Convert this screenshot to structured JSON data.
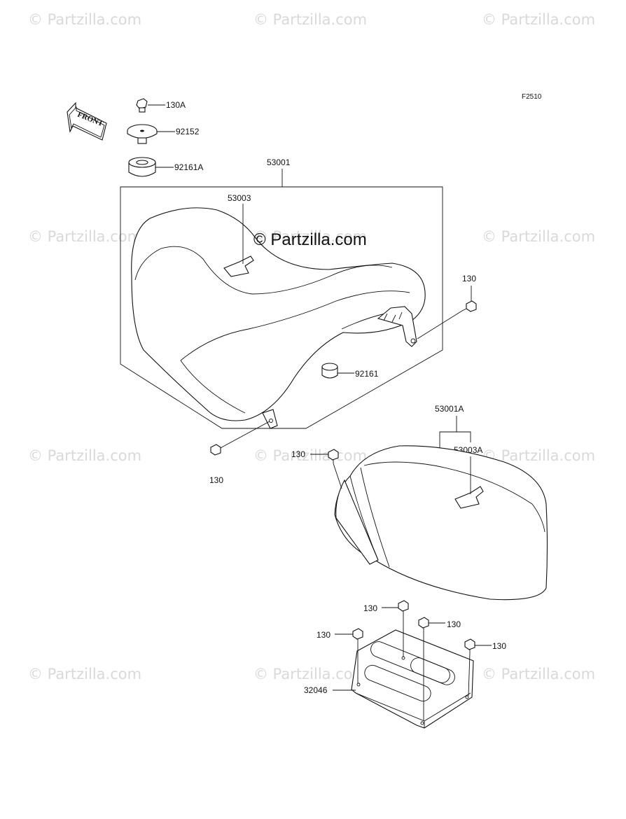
{
  "diagram_code": "F2510",
  "front_label": "FRONT",
  "center_watermark": "© Partzilla.com",
  "watermarks": [
    "© Partzilla.com",
    "© Partzilla.com",
    "© Partzilla.com",
    "© Partzilla.com",
    "© Partzilla.com",
    "© Partzilla.com",
    "© Partzilla.com",
    "© Partzilla.com",
    "© Partzilla.com",
    "© Partzilla.com",
    "© Partzilla.com",
    "© Partzilla.com"
  ],
  "callouts": {
    "bolt_130A": "130A",
    "washer_92152": "92152",
    "damper_92161A": "92161A",
    "seat_53001": "53001",
    "strap_53003": "53003",
    "bolt_130_right": "130",
    "damper_92161": "92161",
    "bolt_130_left": "130",
    "seat_53001A": "53001A",
    "strap_53003A": "53003A",
    "bolt_130_rear": "130",
    "bracket_bolt_1": "130",
    "bracket_bolt_2": "130",
    "bracket_bolt_3": "130",
    "bracket_bolt_4": "130",
    "bracket_32046": "32046"
  }
}
